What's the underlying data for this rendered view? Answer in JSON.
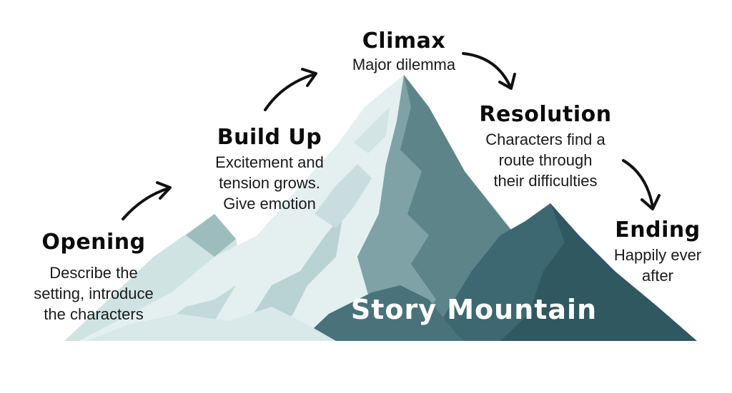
{
  "diagram": {
    "title": "Story Mountain",
    "stages": [
      {
        "id": "opening",
        "title": "Opening",
        "lines": [
          "Describe the",
          "setting, introduce",
          "the characters"
        ]
      },
      {
        "id": "build-up",
        "title": "Build Up",
        "lines": [
          "Excitement and",
          "tension grows.",
          "Give emotion"
        ]
      },
      {
        "id": "climax",
        "title": "Climax",
        "lines": [
          "Major dilemma"
        ]
      },
      {
        "id": "resolution",
        "title": "Resolution",
        "lines": [
          "Characters find a",
          "route through",
          "their difficulties"
        ]
      },
      {
        "id": "ending",
        "title": "Ending",
        "lines": [
          "Happily ever",
          "after"
        ]
      }
    ]
  },
  "colors": {
    "snow": "#e6f1f1",
    "snow_light": "#f4f9f9",
    "rock_mid": "#5f8488",
    "rock_dark": "#3f6770",
    "rock_deep": "#2f5660",
    "arrow": "#111111",
    "text": "#111111"
  }
}
